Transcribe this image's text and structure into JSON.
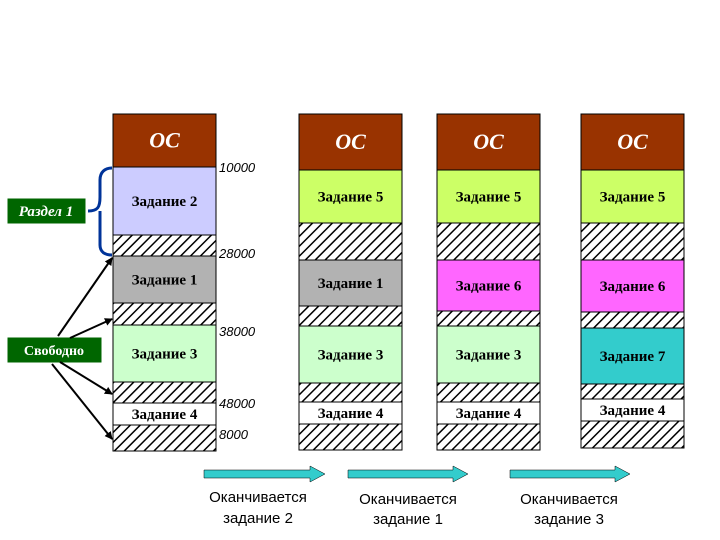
{
  "os_label": "ОС",
  "addresses": [
    "10000",
    "28000",
    "38000",
    "48000",
    "8000"
  ],
  "sidebar": {
    "section_label": "Раздел 1",
    "free_label": "Свободно"
  },
  "columns": [
    {
      "blocks": [
        {
          "type": "os",
          "label": "ОС"
        },
        {
          "type": "job",
          "label": "Задание 2",
          "color": "#ccccff"
        },
        {
          "type": "free"
        },
        {
          "type": "job",
          "label": "Задание 1",
          "color": "#b2b2b2"
        },
        {
          "type": "free"
        },
        {
          "type": "job",
          "label": "Задание 3",
          "color": "#ccffcc"
        },
        {
          "type": "free"
        },
        {
          "type": "job",
          "label": "Задание 4",
          "color": "#ffffff"
        },
        {
          "type": "free"
        }
      ]
    },
    {
      "blocks": [
        {
          "type": "os",
          "label": "ОС"
        },
        {
          "type": "job",
          "label": "Задание 5",
          "color": "#ccff66"
        },
        {
          "type": "free"
        },
        {
          "type": "job",
          "label": "Задание 1",
          "color": "#b2b2b2"
        },
        {
          "type": "free"
        },
        {
          "type": "job",
          "label": "Задание 3",
          "color": "#ccffcc"
        },
        {
          "type": "free"
        },
        {
          "type": "job",
          "label": "Задание 4",
          "color": "#ffffff"
        },
        {
          "type": "free"
        }
      ]
    },
    {
      "blocks": [
        {
          "type": "os",
          "label": "ОС"
        },
        {
          "type": "job",
          "label": "Задание 5",
          "color": "#ccff66"
        },
        {
          "type": "free"
        },
        {
          "type": "job",
          "label": "Задание 6",
          "color": "#ff66ff"
        },
        {
          "type": "free"
        },
        {
          "type": "job",
          "label": "Задание 3",
          "color": "#ccffcc"
        },
        {
          "type": "free"
        },
        {
          "type": "job",
          "label": "Задание 4",
          "color": "#ffffff"
        },
        {
          "type": "free"
        }
      ]
    },
    {
      "blocks": [
        {
          "type": "os",
          "label": "ОС"
        },
        {
          "type": "job",
          "label": "Задание 5",
          "color": "#ccff66"
        },
        {
          "type": "free"
        },
        {
          "type": "job",
          "label": "Задание 6",
          "color": "#ff66ff"
        },
        {
          "type": "free"
        },
        {
          "type": "job",
          "label": "Задание 7",
          "color": "#33cccc"
        },
        {
          "type": "free"
        },
        {
          "type": "job",
          "label": "Задание 4",
          "color": "#ffffff"
        },
        {
          "type": "free"
        }
      ]
    }
  ],
  "captions": [
    {
      "line1": "Оканчивается",
      "line2": "задание 2"
    },
    {
      "line1": "Оканчивается",
      "line2": "задание 1"
    },
    {
      "line1": "Оканчивается",
      "line2": "задание 3"
    }
  ],
  "colors": {
    "os": "#993300",
    "sidebar_box": "#006600",
    "bracket": "#003399",
    "arrow": "#33cccc",
    "hatch": "#000000"
  }
}
